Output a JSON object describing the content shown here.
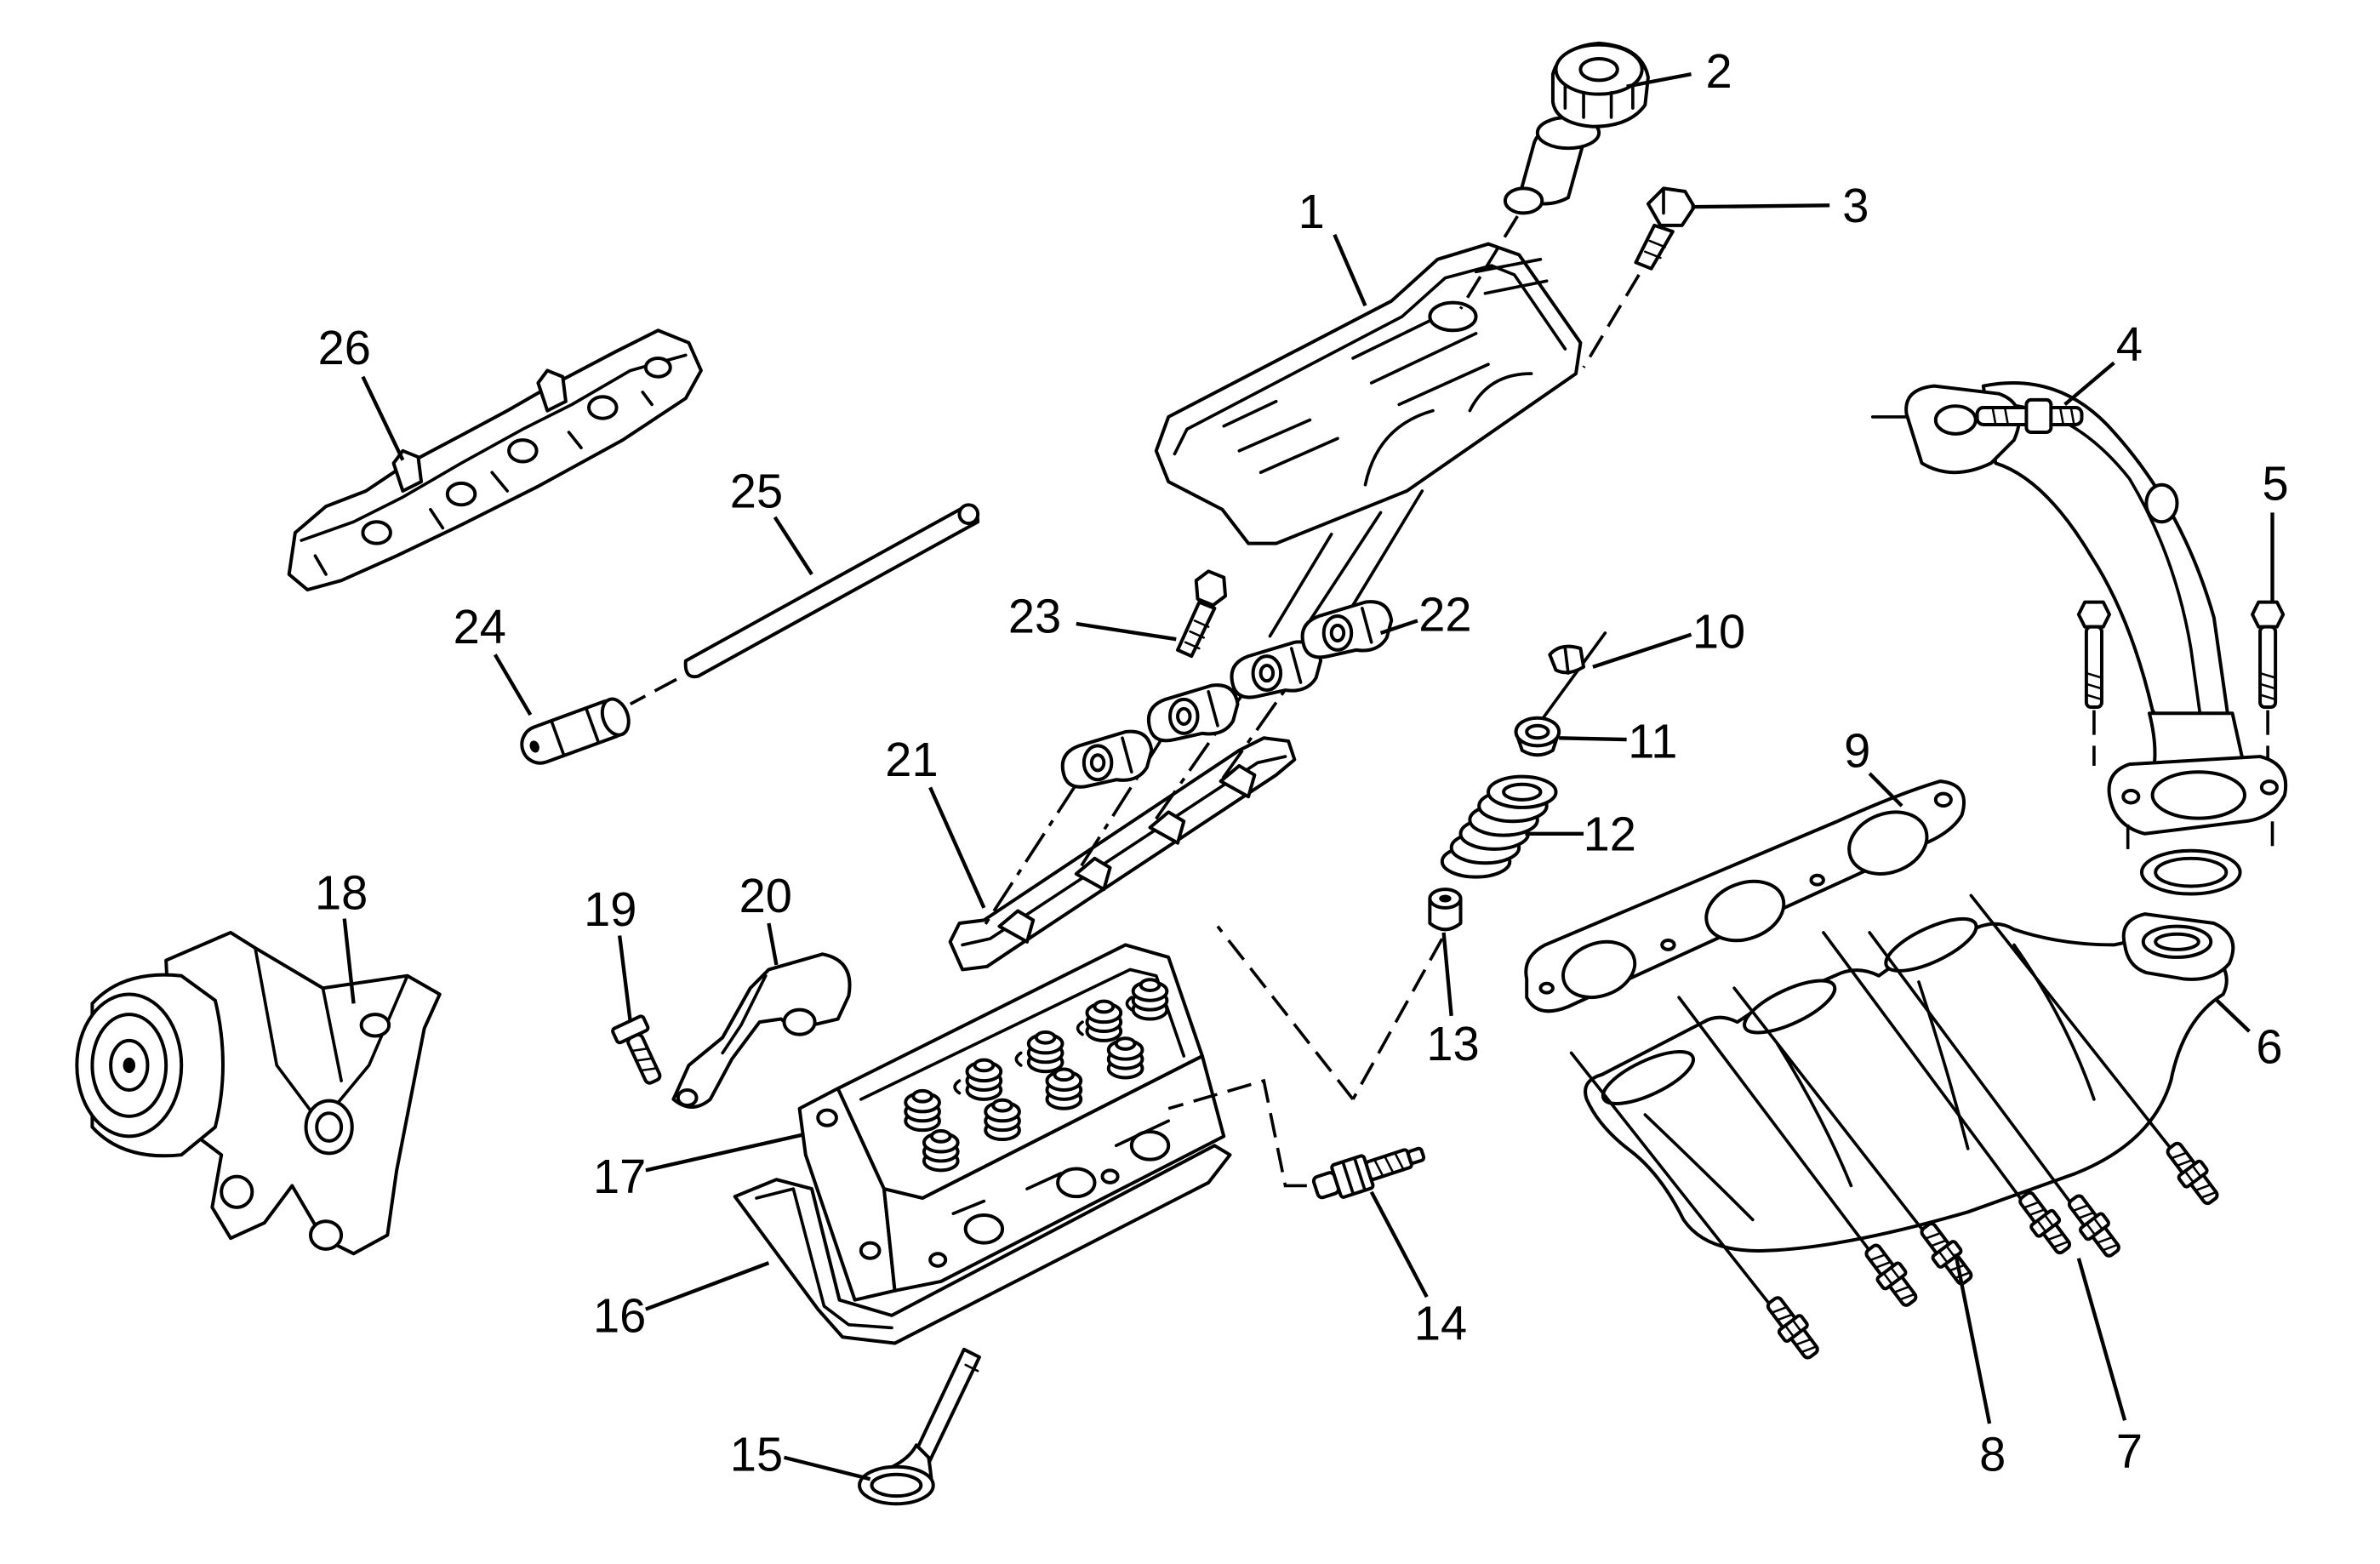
{
  "diagram": {
    "callouts": [
      "1",
      "2",
      "3",
      "4",
      "5",
      "6",
      "7",
      "8",
      "9",
      "10",
      "11",
      "12",
      "13",
      "14",
      "15",
      "16",
      "17",
      "18",
      "19",
      "20",
      "21",
      "22",
      "23",
      "24",
      "25",
      "26"
    ]
  },
  "colors": {
    "line": "#000000",
    "background": "#ffffff"
  }
}
